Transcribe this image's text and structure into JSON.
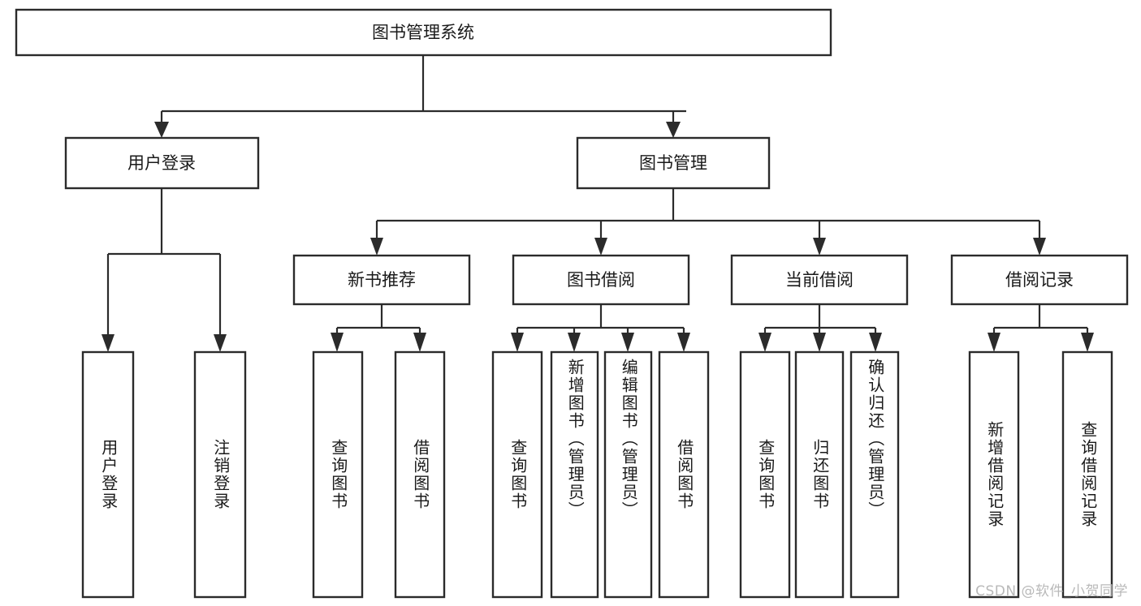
{
  "diagram": {
    "title": "图书管理系统",
    "type": "tree",
    "watermark": "CSDN @软件_小贺同学",
    "root": {
      "id": "root",
      "label": "图书管理系统"
    },
    "level2": [
      {
        "id": "user-login",
        "label": "用户登录"
      },
      {
        "id": "book-manage",
        "label": "图书管理"
      }
    ],
    "level3": [
      {
        "id": "new-book-recommend",
        "label": "新书推荐",
        "parent": "book-manage"
      },
      {
        "id": "book-borrow",
        "label": "图书借阅",
        "parent": "book-manage"
      },
      {
        "id": "current-borrow",
        "label": "当前借阅",
        "parent": "book-manage"
      },
      {
        "id": "borrow-record",
        "label": "借阅记录",
        "parent": "book-manage"
      }
    ],
    "leaves": [
      {
        "id": "leaf-user-login",
        "label": "用户登录",
        "parent": "user-login"
      },
      {
        "id": "leaf-logout-login",
        "label": "注销登录",
        "parent": "user-login"
      },
      {
        "id": "leaf-query-book-1",
        "label": "查询图书",
        "parent": "new-book-recommend"
      },
      {
        "id": "leaf-borrow-book-1",
        "label": "借阅图书",
        "parent": "new-book-recommend"
      },
      {
        "id": "leaf-query-book-2",
        "label": "查询图书",
        "parent": "book-borrow"
      },
      {
        "id": "leaf-add-book",
        "label": "新增图书（管理员）",
        "parent": "book-borrow"
      },
      {
        "id": "leaf-edit-book",
        "label": "编辑图书（管理员）",
        "parent": "book-borrow"
      },
      {
        "id": "leaf-borrow-book-2",
        "label": "借阅图书",
        "parent": "book-borrow"
      },
      {
        "id": "leaf-query-book-3",
        "label": "查询图书",
        "parent": "current-borrow"
      },
      {
        "id": "leaf-return-book",
        "label": "归还图书",
        "parent": "current-borrow"
      },
      {
        "id": "leaf-confirm-return",
        "label": "确认归还（管理员）",
        "parent": "current-borrow"
      },
      {
        "id": "leaf-add-record",
        "label": "新增借阅记录",
        "parent": "borrow-record"
      },
      {
        "id": "leaf-query-record",
        "label": "查询借阅记录",
        "parent": "borrow-record"
      }
    ],
    "colors": {
      "stroke": "#2b2b2b",
      "fill": "#ffffff",
      "text": "#1a1a1a",
      "watermark": "#b9b9b9",
      "background": "#ffffff"
    }
  }
}
